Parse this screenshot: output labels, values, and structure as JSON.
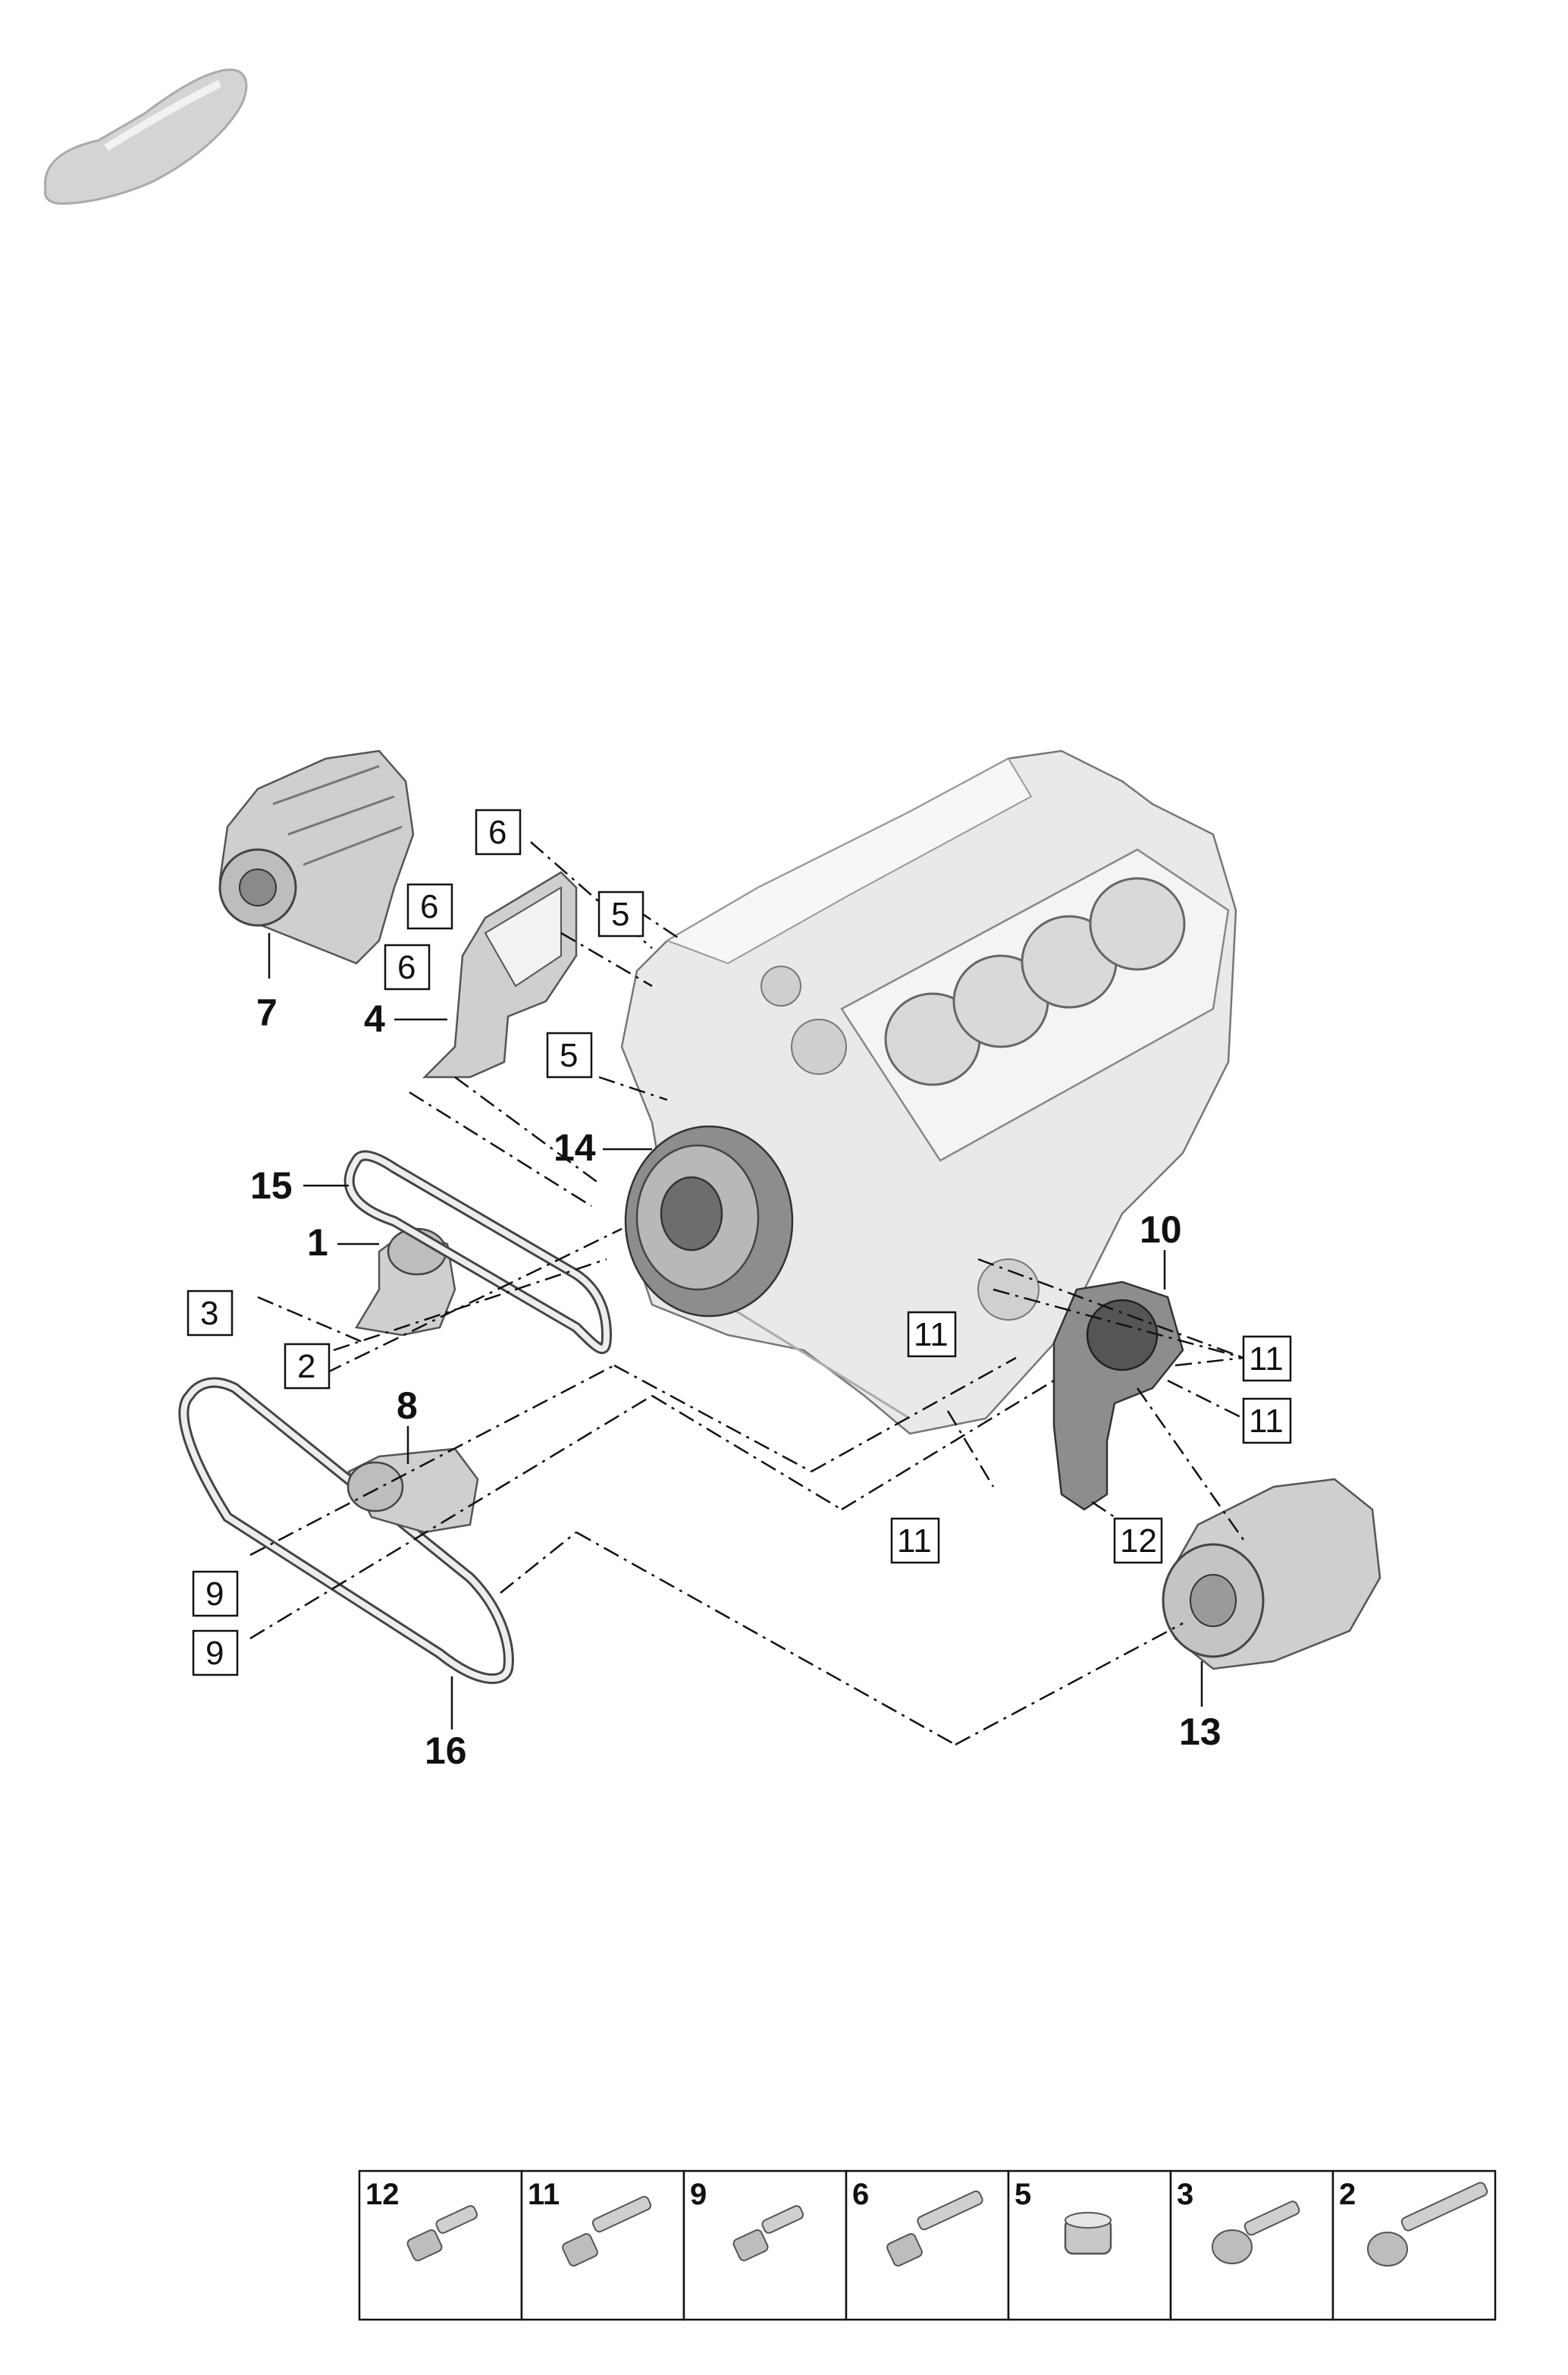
{
  "callouts": {
    "p1": "1",
    "p2": "2",
    "p3": "3",
    "p4": "4",
    "p5a": "5",
    "p5b": "5",
    "p6a": "6",
    "p6b": "6",
    "p6c": "6",
    "p7": "7",
    "p8": "8",
    "p9a": "9",
    "p9b": "9",
    "p10": "10",
    "p11a": "11",
    "p11b": "11",
    "p11c": "11",
    "p11d": "11",
    "p12": "12",
    "p13": "13",
    "p14": "14",
    "p15": "15",
    "p16": "16"
  },
  "legend": {
    "items": [
      {
        "number": "12",
        "icon": "short-bolt-icon"
      },
      {
        "number": "11",
        "icon": "bolt-icon"
      },
      {
        "number": "9",
        "icon": "short-bolt-icon"
      },
      {
        "number": "6",
        "icon": "bolt-icon"
      },
      {
        "number": "5",
        "icon": "sleeve-icon"
      },
      {
        "number": "3",
        "icon": "flange-bolt-icon"
      },
      {
        "number": "2",
        "icon": "long-bolt-icon"
      }
    ]
  },
  "icons": {
    "vehicle": "car-silhouette-icon"
  },
  "colors": {
    "line": "#111111",
    "part_fill": "#e9e9e9",
    "background": "#ffffff"
  }
}
